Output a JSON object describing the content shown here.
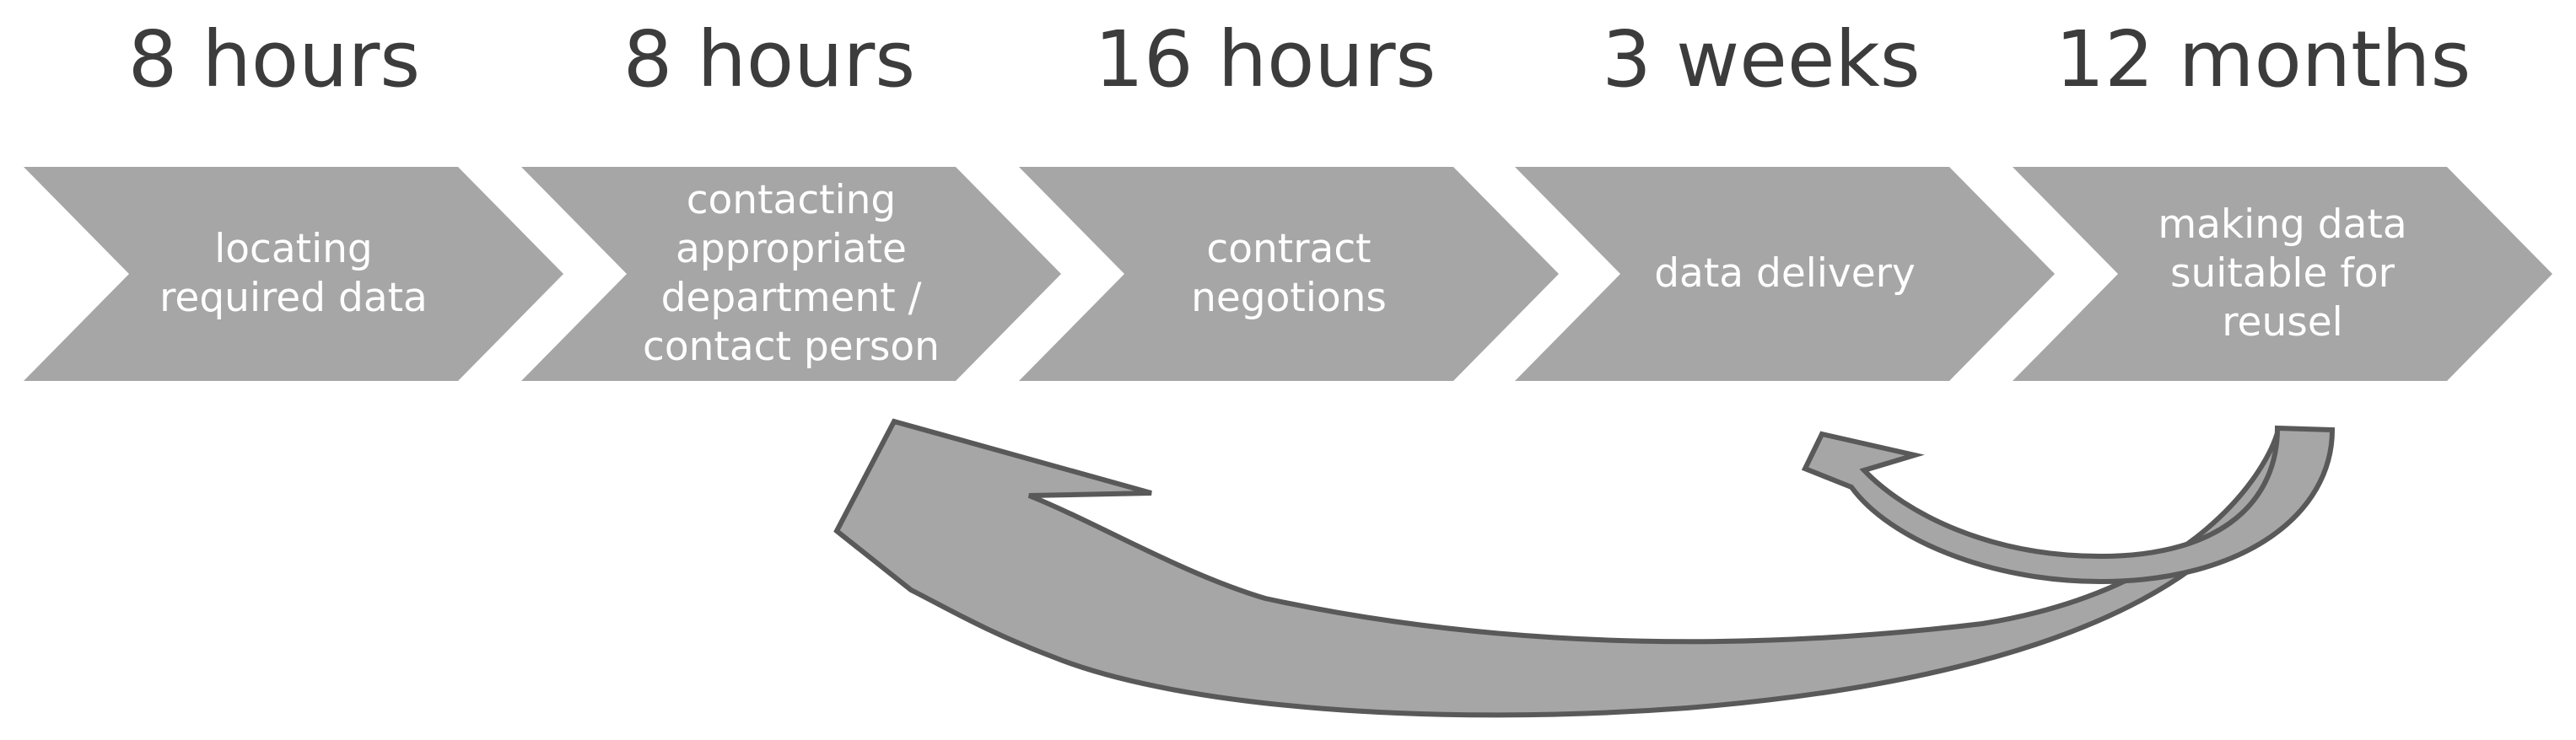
{
  "steps": [
    {
      "duration": "8 hours",
      "label": "locating\nrequired data"
    },
    {
      "duration": "8 hours",
      "label": "contacting\nappropriate\ndepartment /\ncontact person"
    },
    {
      "duration": "16 hours",
      "label": "contract\nnegotions"
    },
    {
      "duration": "3 weeks",
      "label": "data delivery"
    },
    {
      "duration": "12 months",
      "label": "making data\nsuitable for\nreusel"
    }
  ],
  "colors": {
    "chevron_fill": "#a6a6a6",
    "arrow_fill": "#a6a6a6",
    "arrow_stroke": "#595959",
    "label_text": "#ffffff",
    "duration_text": "#3c3c3c"
  },
  "feedback_arrows": [
    {
      "from": "making data\nsuitable for\nreusel",
      "to": "data delivery",
      "icon": "curved-arrow-icon"
    },
    {
      "from": "making data\nsuitable for\nreusel",
      "to": "contacting\nappropriate\ndepartment /\ncontact person",
      "icon": "curved-arrow-icon"
    }
  ]
}
